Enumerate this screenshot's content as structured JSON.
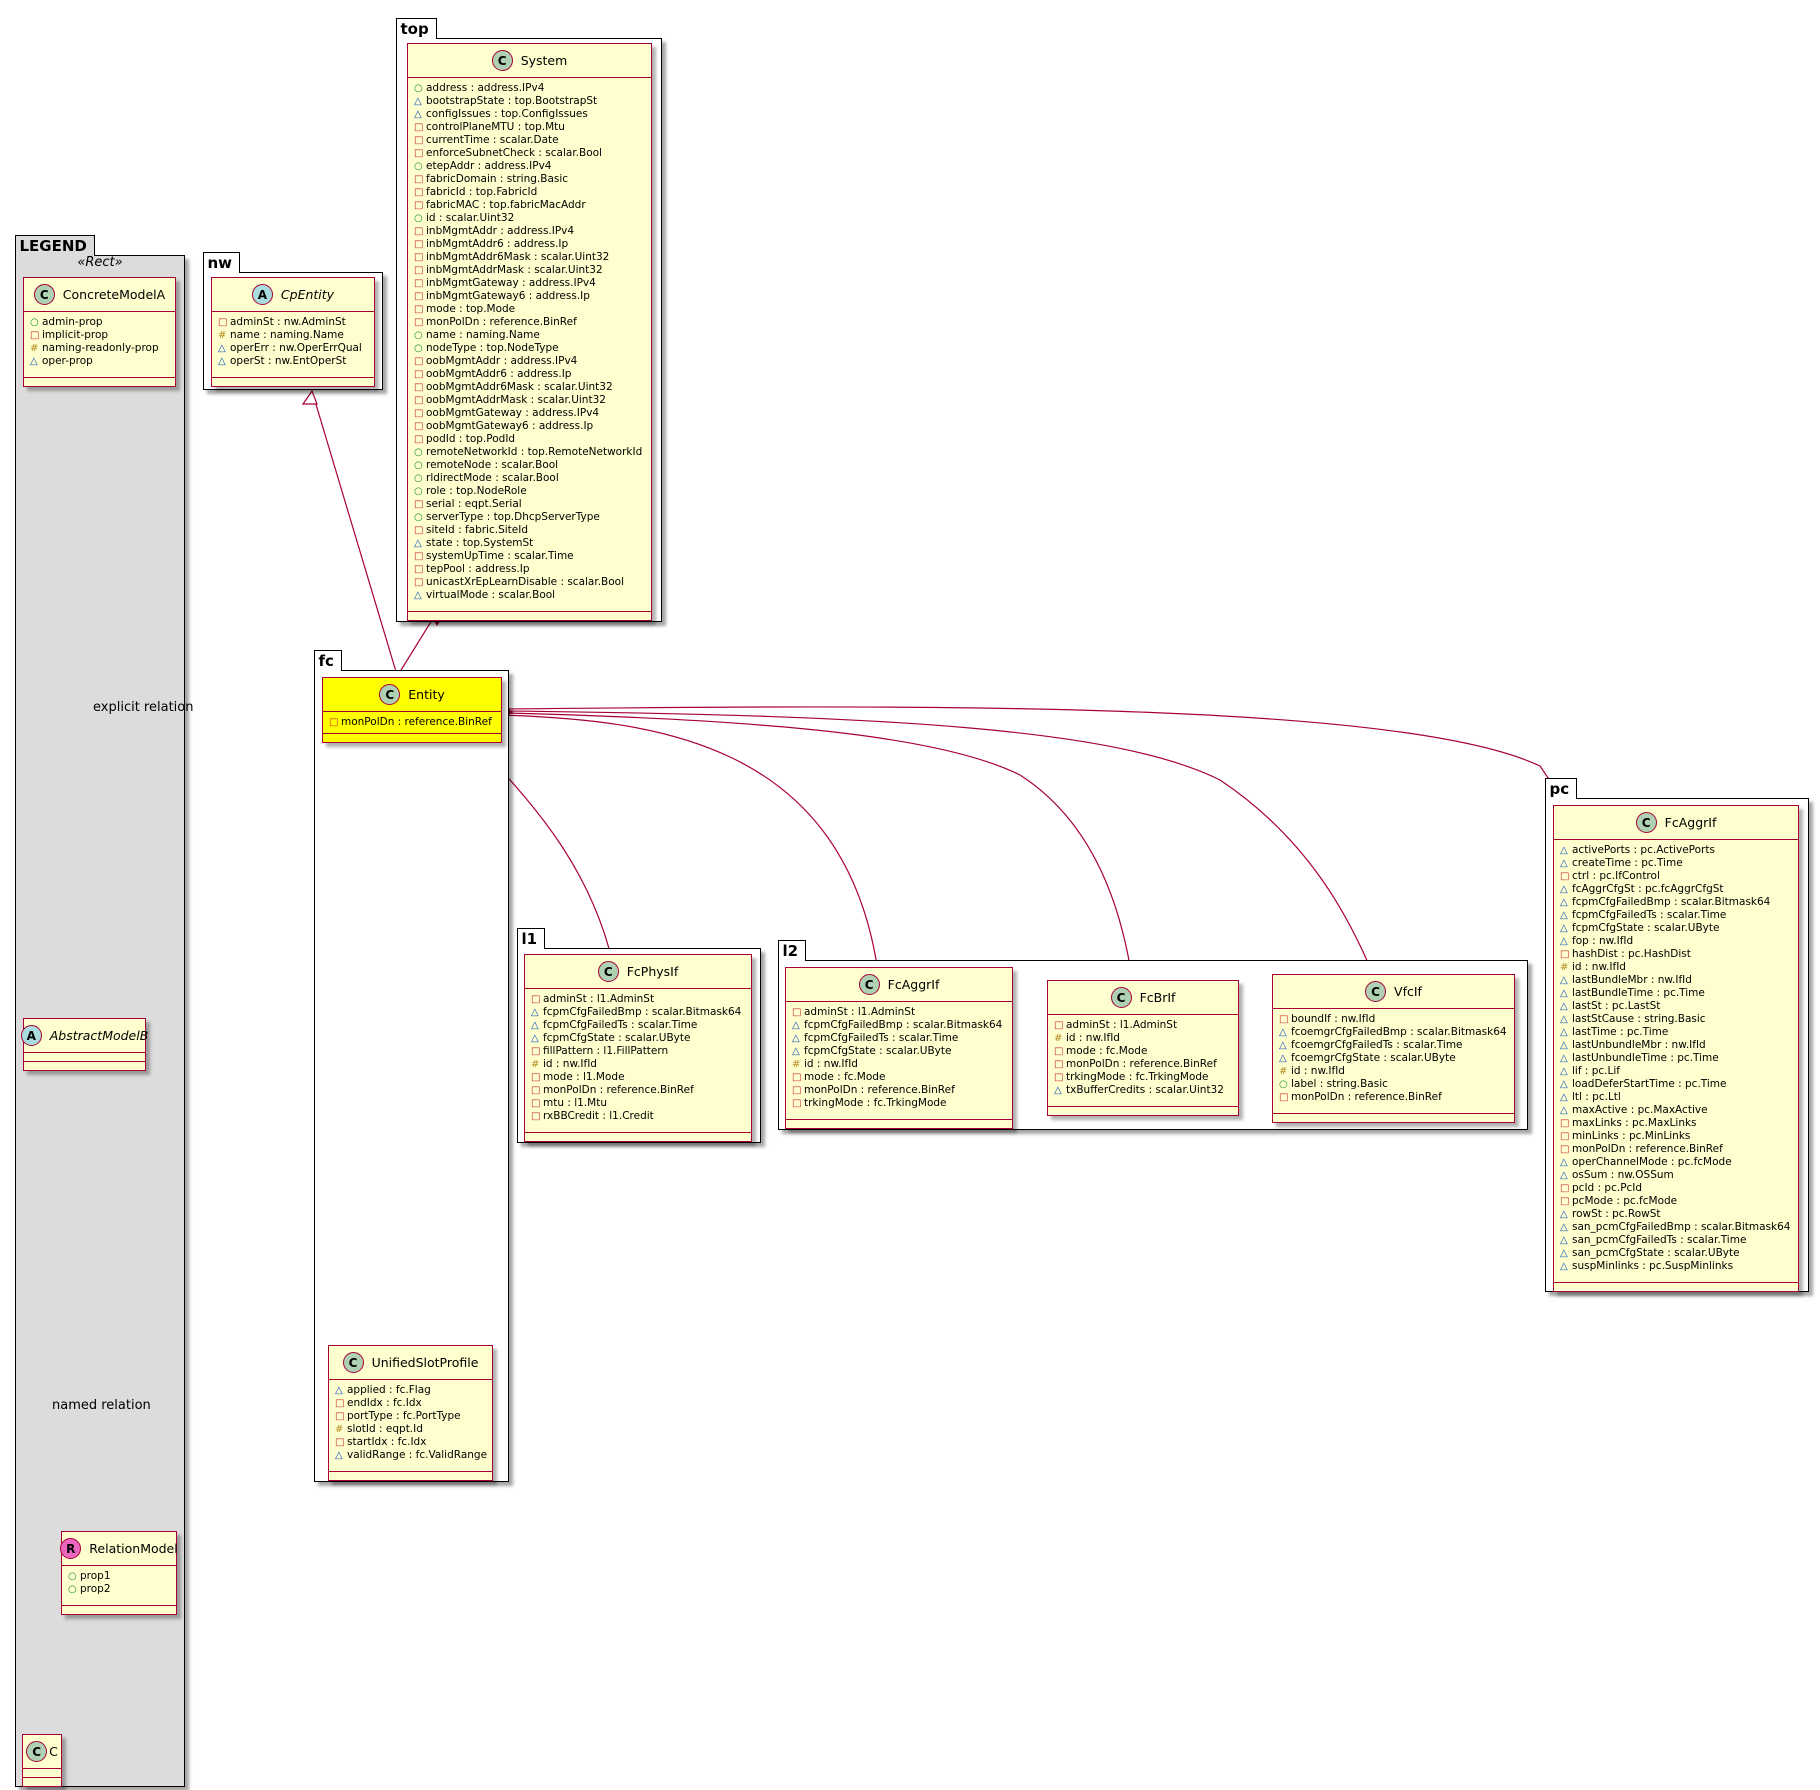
{
  "legend": {
    "package": "LEGEND",
    "stereotype": "«Rect»",
    "concrete": {
      "name": "ConcreteModelA",
      "attrs": [
        {
          "vis": "○",
          "text": "admin-prop"
        },
        {
          "vis": "□",
          "text": "implicit-prop"
        },
        {
          "vis": "#",
          "text": "naming-readonly-prop"
        },
        {
          "vis": "△",
          "text": "oper-prop"
        }
      ]
    },
    "abstract": {
      "name": "AbstractModelB"
    },
    "relation_model": {
      "name": "RelationModel",
      "attrs": [
        {
          "vis": "○",
          "text": "prop1"
        },
        {
          "vis": "○",
          "text": "prop2"
        }
      ]
    },
    "c": {
      "name": "C"
    },
    "explicit_label": "explicit relation",
    "named_label": "named relation"
  },
  "nw": {
    "package": "nw",
    "cpentity": {
      "name": "CpEntity",
      "attrs": [
        {
          "vis": "□",
          "text": "adminSt : nw.AdminSt"
        },
        {
          "vis": "#",
          "text": "name : naming.Name"
        },
        {
          "vis": "△",
          "text": "operErr : nw.OperErrQual"
        },
        {
          "vis": "△",
          "text": "operSt : nw.EntOperSt"
        }
      ]
    }
  },
  "top": {
    "package": "top",
    "system": {
      "name": "System",
      "attrs": [
        {
          "vis": "○",
          "text": "address : address.IPv4"
        },
        {
          "vis": "△",
          "text": "bootstrapState : top.BootstrapSt"
        },
        {
          "vis": "△",
          "text": "configIssues : top.ConfigIssues"
        },
        {
          "vis": "□",
          "text": "controlPlaneMTU : top.Mtu"
        },
        {
          "vis": "□",
          "text": "currentTime : scalar.Date"
        },
        {
          "vis": "□",
          "text": "enforceSubnetCheck : scalar.Bool"
        },
        {
          "vis": "○",
          "text": "etepAddr : address.IPv4"
        },
        {
          "vis": "□",
          "text": "fabricDomain : string.Basic"
        },
        {
          "vis": "□",
          "text": "fabricId : top.FabricId"
        },
        {
          "vis": "□",
          "text": "fabricMAC : top.fabricMacAddr"
        },
        {
          "vis": "○",
          "text": "id : scalar.Uint32"
        },
        {
          "vis": "□",
          "text": "inbMgmtAddr : address.IPv4"
        },
        {
          "vis": "□",
          "text": "inbMgmtAddr6 : address.Ip"
        },
        {
          "vis": "□",
          "text": "inbMgmtAddr6Mask : scalar.Uint32"
        },
        {
          "vis": "□",
          "text": "inbMgmtAddrMask : scalar.Uint32"
        },
        {
          "vis": "□",
          "text": "inbMgmtGateway : address.IPv4"
        },
        {
          "vis": "□",
          "text": "inbMgmtGateway6 : address.Ip"
        },
        {
          "vis": "□",
          "text": "mode : top.Mode"
        },
        {
          "vis": "□",
          "text": "monPolDn : reference.BinRef"
        },
        {
          "vis": "○",
          "text": "name : naming.Name"
        },
        {
          "vis": "○",
          "text": "nodeType : top.NodeType"
        },
        {
          "vis": "□",
          "text": "oobMgmtAddr : address.IPv4"
        },
        {
          "vis": "□",
          "text": "oobMgmtAddr6 : address.Ip"
        },
        {
          "vis": "□",
          "text": "oobMgmtAddr6Mask : scalar.Uint32"
        },
        {
          "vis": "□",
          "text": "oobMgmtAddrMask : scalar.Uint32"
        },
        {
          "vis": "□",
          "text": "oobMgmtGateway : address.IPv4"
        },
        {
          "vis": "□",
          "text": "oobMgmtGateway6 : address.Ip"
        },
        {
          "vis": "□",
          "text": "podId : top.PodId"
        },
        {
          "vis": "○",
          "text": "remoteNetworkId : top.RemoteNetworkId"
        },
        {
          "vis": "○",
          "text": "remoteNode : scalar.Bool"
        },
        {
          "vis": "○",
          "text": "rldirectMode : scalar.Bool"
        },
        {
          "vis": "○",
          "text": "role : top.NodeRole"
        },
        {
          "vis": "□",
          "text": "serial : eqpt.Serial"
        },
        {
          "vis": "○",
          "text": "serverType : top.DhcpServerType"
        },
        {
          "vis": "□",
          "text": "siteId : fabric.SiteId"
        },
        {
          "vis": "△",
          "text": "state : top.SystemSt"
        },
        {
          "vis": "□",
          "text": "systemUpTime : scalar.Time"
        },
        {
          "vis": "□",
          "text": "tepPool : address.Ip"
        },
        {
          "vis": "□",
          "text": "unicastXrEpLearnDisable : scalar.Bool"
        },
        {
          "vis": "△",
          "text": "virtualMode : scalar.Bool"
        }
      ]
    }
  },
  "fc": {
    "package": "fc",
    "entity": {
      "name": "Entity",
      "attrs": [
        {
          "vis": "□",
          "text": "monPolDn : reference.BinRef"
        }
      ]
    },
    "unified": {
      "name": "UnifiedSlotProfile",
      "attrs": [
        {
          "vis": "△",
          "text": "applied : fc.Flag"
        },
        {
          "vis": "□",
          "text": "endIdx : fc.Idx"
        },
        {
          "vis": "□",
          "text": "portType : fc.PortType"
        },
        {
          "vis": "#",
          "text": "slotId : eqpt.Id"
        },
        {
          "vis": "□",
          "text": "startIdx : fc.Idx"
        },
        {
          "vis": "△",
          "text": "validRange : fc.ValidRange"
        }
      ]
    }
  },
  "l1": {
    "package": "l1",
    "fcphysif": {
      "name": "FcPhysIf",
      "attrs": [
        {
          "vis": "□",
          "text": "adminSt : l1.AdminSt"
        },
        {
          "vis": "△",
          "text": "fcpmCfgFailedBmp : scalar.Bitmask64"
        },
        {
          "vis": "△",
          "text": "fcpmCfgFailedTs : scalar.Time"
        },
        {
          "vis": "△",
          "text": "fcpmCfgState : scalar.UByte"
        },
        {
          "vis": "□",
          "text": "fillPattern : l1.FillPattern"
        },
        {
          "vis": "#",
          "text": "id : nw.IfId"
        },
        {
          "vis": "□",
          "text": "mode : l1.Mode"
        },
        {
          "vis": "□",
          "text": "monPolDn : reference.BinRef"
        },
        {
          "vis": "□",
          "text": "mtu : l1.Mtu"
        },
        {
          "vis": "□",
          "text": "rxBBCredit : l1.Credit"
        }
      ]
    }
  },
  "l2": {
    "package": "l2",
    "fcaggrif": {
      "name": "FcAggrIf",
      "attrs": [
        {
          "vis": "□",
          "text": "adminSt : l1.AdminSt"
        },
        {
          "vis": "△",
          "text": "fcpmCfgFailedBmp : scalar.Bitmask64"
        },
        {
          "vis": "△",
          "text": "fcpmCfgFailedTs : scalar.Time"
        },
        {
          "vis": "△",
          "text": "fcpmCfgState : scalar.UByte"
        },
        {
          "vis": "#",
          "text": "id : nw.IfId"
        },
        {
          "vis": "□",
          "text": "mode : fc.Mode"
        },
        {
          "vis": "□",
          "text": "monPolDn : reference.BinRef"
        },
        {
          "vis": "□",
          "text": "trkingMode : fc.TrkingMode"
        }
      ]
    },
    "fcbrif": {
      "name": "FcBrIf",
      "attrs": [
        {
          "vis": "□",
          "text": "adminSt : l1.AdminSt"
        },
        {
          "vis": "#",
          "text": "id : nw.IfId"
        },
        {
          "vis": "□",
          "text": "mode : fc.Mode"
        },
        {
          "vis": "□",
          "text": "monPolDn : reference.BinRef"
        },
        {
          "vis": "□",
          "text": "trkingMode : fc.TrkingMode"
        },
        {
          "vis": "△",
          "text": "txBufferCredits : scalar.Uint32"
        }
      ]
    },
    "vfcif": {
      "name": "VfcIf",
      "attrs": [
        {
          "vis": "□",
          "text": "boundIf : nw.IfId"
        },
        {
          "vis": "△",
          "text": "fcoemgrCfgFailedBmp : scalar.Bitmask64"
        },
        {
          "vis": "△",
          "text": "fcoemgrCfgFailedTs : scalar.Time"
        },
        {
          "vis": "△",
          "text": "fcoemgrCfgState : scalar.UByte"
        },
        {
          "vis": "#",
          "text": "id : nw.IfId"
        },
        {
          "vis": "○",
          "text": "label : string.Basic"
        },
        {
          "vis": "□",
          "text": "monPolDn : reference.BinRef"
        }
      ]
    }
  },
  "pc": {
    "package": "pc",
    "fcaggrif": {
      "name": "FcAggrIf",
      "attrs": [
        {
          "vis": "△",
          "text": "activePorts : pc.ActivePorts"
        },
        {
          "vis": "△",
          "text": "createTime : pc.Time"
        },
        {
          "vis": "□",
          "text": "ctrl : pc.IfControl"
        },
        {
          "vis": "△",
          "text": "fcAggrCfgSt : pc.fcAggrCfgSt"
        },
        {
          "vis": "△",
          "text": "fcpmCfgFailedBmp : scalar.Bitmask64"
        },
        {
          "vis": "△",
          "text": "fcpmCfgFailedTs : scalar.Time"
        },
        {
          "vis": "△",
          "text": "fcpmCfgState : scalar.UByte"
        },
        {
          "vis": "△",
          "text": "fop : nw.IfId"
        },
        {
          "vis": "□",
          "text": "hashDist : pc.HashDist"
        },
        {
          "vis": "#",
          "text": "id : nw.IfId"
        },
        {
          "vis": "△",
          "text": "lastBundleMbr : nw.IfId"
        },
        {
          "vis": "△",
          "text": "lastBundleTime : pc.Time"
        },
        {
          "vis": "△",
          "text": "lastSt : pc.LastSt"
        },
        {
          "vis": "△",
          "text": "lastStCause : string.Basic"
        },
        {
          "vis": "△",
          "text": "lastTime : pc.Time"
        },
        {
          "vis": "△",
          "text": "lastUnbundleMbr : nw.IfId"
        },
        {
          "vis": "△",
          "text": "lastUnbundleTime : pc.Time"
        },
        {
          "vis": "△",
          "text": "lif : pc.Lif"
        },
        {
          "vis": "△",
          "text": "loadDeferStartTime : pc.Time"
        },
        {
          "vis": "△",
          "text": "ltl : pc.Ltl"
        },
        {
          "vis": "△",
          "text": "maxActive : pc.MaxActive"
        },
        {
          "vis": "□",
          "text": "maxLinks : pc.MaxLinks"
        },
        {
          "vis": "□",
          "text": "minLinks : pc.MinLinks"
        },
        {
          "vis": "□",
          "text": "monPolDn : reference.BinRef"
        },
        {
          "vis": "△",
          "text": "operChannelMode : pc.fcMode"
        },
        {
          "vis": "△",
          "text": "osSum : nw.OSSum"
        },
        {
          "vis": "□",
          "text": "pcId : pc.PcId"
        },
        {
          "vis": "□",
          "text": "pcMode : pc.fcMode"
        },
        {
          "vis": "△",
          "text": "rowSt : pc.RowSt"
        },
        {
          "vis": "△",
          "text": "san_pcmCfgFailedBmp : scalar.Bitmask64"
        },
        {
          "vis": "△",
          "text": "san_pcmCfgFailedTs : scalar.Time"
        },
        {
          "vis": "△",
          "text": "san_pcmCfgState : scalar.UByte"
        },
        {
          "vis": "△",
          "text": "suspMinlinks : pc.SuspMinlinks"
        }
      ]
    }
  },
  "colors": {
    "border": "#a80036",
    "class_fill": "#fefece",
    "highlight": "#ffff00",
    "legend_fill": "#dcdcdc"
  }
}
